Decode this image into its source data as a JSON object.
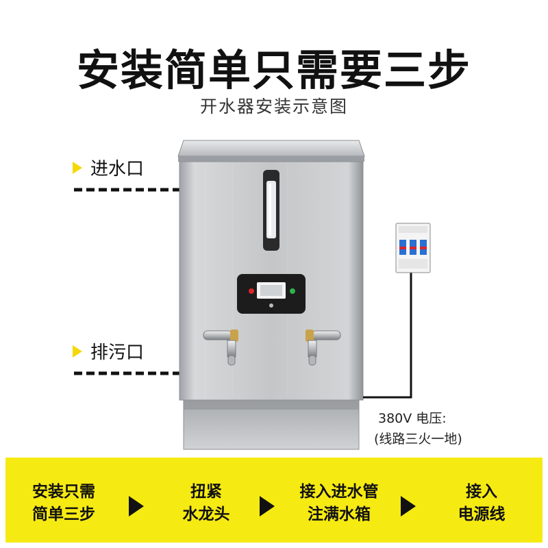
{
  "header": {
    "title": "安装简单只需要三步",
    "subtitle": "开水器安装示意图"
  },
  "labels": {
    "inlet": "进水口",
    "drain": "排污口",
    "voltage_line1": "380V 电压:",
    "voltage_line2": "(线路三火一地)"
  },
  "steps": [
    {
      "line1": "安装只需",
      "line2": "简单三步"
    },
    {
      "line1": "扭紧",
      "line2": "水龙头"
    },
    {
      "line1": "接入进水管",
      "line2": "注满水箱"
    },
    {
      "line1": "接入",
      "line2": "电源线"
    }
  ],
  "colors": {
    "accent_yellow": "#f6ea13",
    "arrow_yellow": "#f5d80a",
    "steel": "#c9cbcd",
    "text_dark": "#111111"
  },
  "icons": {
    "step_arrow": "black-triangle-right",
    "label_pointer": "yellow-triangle-right"
  }
}
